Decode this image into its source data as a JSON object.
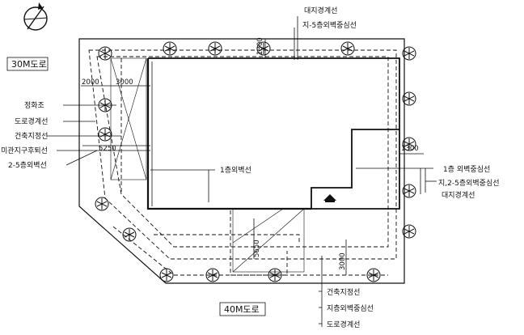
{
  "roads": {
    "north_west": "30M도로",
    "south": "40M도로"
  },
  "labels": {
    "boundary_line": "대지경계선",
    "b1_5_outer_wall": "지-5층외벽중심선",
    "landscape": "정화조",
    "road_boundary": "도로경계선",
    "building_line": "건축지정선",
    "beauty_district_rear": "미관지구후퇴선",
    "floors_2_5_outer_wall": "2-5층외벽선",
    "first_floor_outer_wall": "1층외벽선",
    "first_floor_outer_center": "1층 외벽중심선",
    "b1_2_5_outer_center": "지,2-5층외벽중심선",
    "boundary_line_right": "대지경계선",
    "building_line_bottom": "건축지정선",
    "basement_outer_center": "지층외벽중심선",
    "road_boundary_bottom": "도로경계선"
  },
  "dimensions": {
    "top_gap": "1300",
    "left_2000": "2000",
    "left_3000": "3000",
    "left_5250": "5250",
    "right_1300": "1300",
    "bottom_5650": "5650",
    "bottom_3000": "3000"
  },
  "north_arrow": "north-arrow-icon",
  "tree_icon": "tree-symbol-icon"
}
